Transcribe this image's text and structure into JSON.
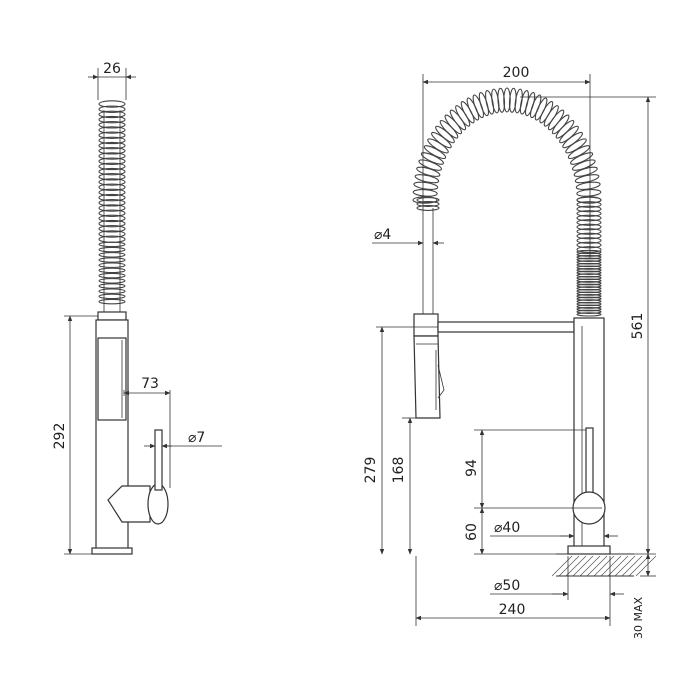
{
  "dimensions": {
    "side_width": "26",
    "side_height": "292",
    "side_reach": "73",
    "side_lever_dia": "⌀7",
    "front_width": "200",
    "front_height": "561",
    "spray_dia": "⌀4",
    "spout_height": "279",
    "spray_height": "168",
    "lever_height": "94",
    "base_height": "60",
    "body_dia": "⌀40",
    "base_dia": "⌀50",
    "reach": "240",
    "deck_thickness": "30 MAX"
  }
}
